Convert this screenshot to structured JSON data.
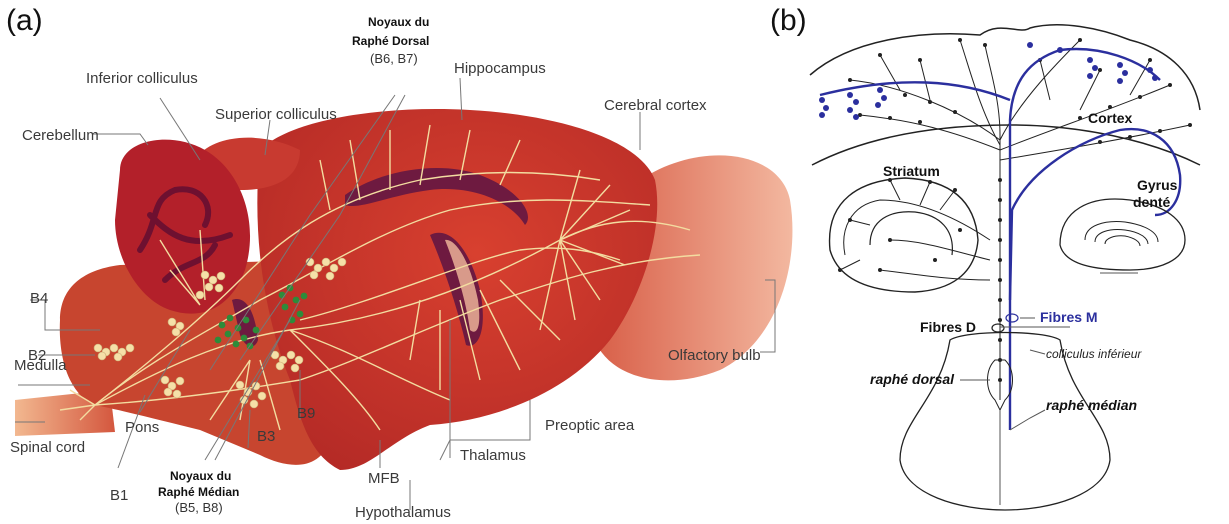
{
  "panel_a": {
    "label": "(a)",
    "structures": {
      "inferior_colliculus": "Inferior colliculus",
      "superior_colliculus": "Superior colliculus",
      "hippocampus": "Hippocampus",
      "cerebral_cortex": "Cerebral cortex",
      "cerebellum": "Cerebellum",
      "olfactory_bulb": "Olfactory bulb",
      "medulla": "Medulla",
      "spinal_cord": "Spinal cord",
      "pons": "Pons",
      "mfb": "MFB",
      "thalamus": "Thalamus",
      "preoptic_area": "Preoptic area",
      "hypothalamus": "Hypothalamus"
    },
    "raphe_dorsal": {
      "line1": "Noyaux du",
      "line2": "Raphé Dorsal",
      "groups": "(B6, B7)"
    },
    "raphe_median": {
      "line1": "Noyaux du",
      "line2": "Raphé Médian",
      "groups": "(B5, B8)"
    },
    "nuclei": {
      "b1": "B1",
      "b2": "B2",
      "b3": "B3",
      "b4": "B4",
      "b9": "B9"
    },
    "colors": {
      "brain": "#c4302b",
      "cerebellum": "#b8222a",
      "fibers": "#f3dca0",
      "serotonin_cells": "#f5e0a8",
      "median_cells": "#2e8b3a"
    }
  },
  "panel_b": {
    "label": "(b)",
    "cortex": "Cortex",
    "striatum": "Striatum",
    "gyrus_line1": "Gyrus",
    "gyrus_line2": "denté",
    "fibres_d": "Fibres D",
    "fibres_m": "Fibres M",
    "colliculus": "colliculus inférieur",
    "raphe_dorsal": "raphé dorsal",
    "raphe_median": "raphé médian",
    "colors": {
      "d_fibers": "#222222",
      "m_fibers": "#2b2f9e"
    }
  }
}
